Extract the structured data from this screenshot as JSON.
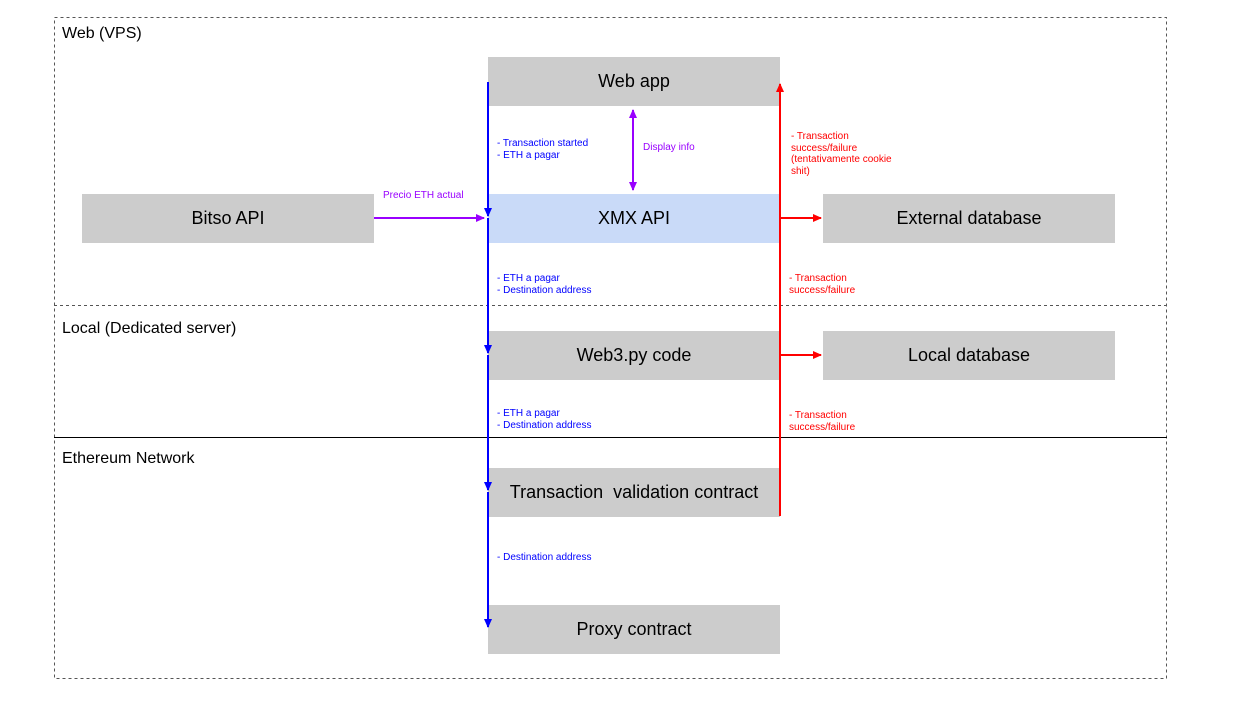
{
  "zones": {
    "web": "Web (VPS)",
    "local": "Local (Dedicated server)",
    "ethereum": "Ethereum Network"
  },
  "nodes": {
    "web_app": "Web app",
    "bitso_api": "Bitso API",
    "xmx_api": "XMX API",
    "external_db": "External database",
    "web3_code": "Web3.py code",
    "local_db": "Local database",
    "validation_contract": "Transaction  validation contract",
    "proxy_contract": "Proxy contract"
  },
  "labels": {
    "precio": "Precio ETH actual",
    "display_info": "Display info",
    "webapp_to_xmx": [
      "- Transaction started",
      "- ETH a pagar"
    ],
    "xmx_to_web3": [
      "- ETH a pagar",
      "- Destination address"
    ],
    "web3_to_validation": [
      "- ETH a pagar",
      "- Destination address"
    ],
    "validation_to_proxy": [
      "- Destination address"
    ],
    "result_to_webapp": [
      "- Transaction",
      "success/failure",
      "(tentativamente cookie",
      "shit)"
    ],
    "result_to_xmx": [
      "- Transaction",
      "success/failure"
    ],
    "result_to_web3": [
      "- Transaction",
      "success/failure"
    ]
  },
  "colors": {
    "blue_flow": "#0000ff",
    "red_flow": "#ff0000",
    "purple_flow": "#9900ff",
    "box_gray": "#cccccc",
    "box_blue": "#c9daf8"
  }
}
